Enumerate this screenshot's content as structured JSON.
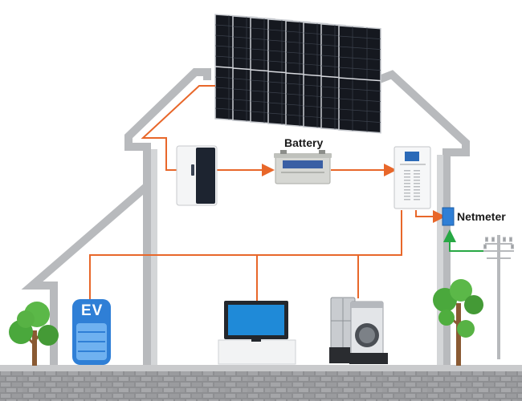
{
  "labels": {
    "battery": "Battery",
    "netmeter": "Netmeter",
    "ev": "EV"
  },
  "colors": {
    "wire": "#e8672a",
    "grid_wire": "#27a844",
    "house_outline": "#b8babd",
    "solar_panel": "#15181f",
    "netmeter_box": "#2f7fd6",
    "ev_charger": "#2f7fd6",
    "ground": "#8e8f92",
    "tree": "#4aa83c"
  },
  "components": [
    {
      "icon": "solar-panel-icon"
    },
    {
      "icon": "hybrid-inverter-icon"
    },
    {
      "icon": "battery-icon",
      "label": "Battery"
    },
    {
      "icon": "controller-cabinet-icon"
    },
    {
      "icon": "netmeter-icon",
      "label": "Netmeter"
    },
    {
      "icon": "utility-pole-icon"
    },
    {
      "icon": "ev-charger-icon",
      "label": "EV"
    },
    {
      "icon": "computer-monitor-icon"
    },
    {
      "icon": "home-appliances-icon"
    }
  ]
}
